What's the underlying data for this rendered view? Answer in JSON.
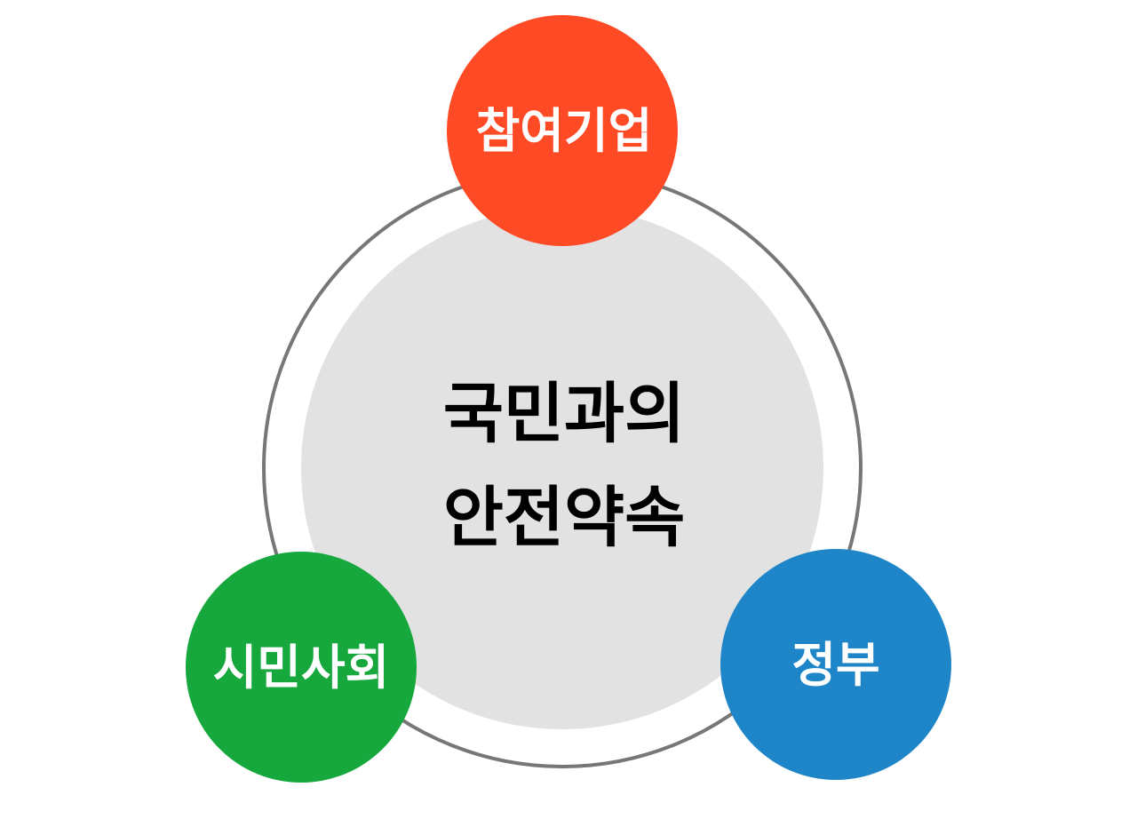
{
  "center": {
    "line1": "국민과의",
    "line2": "안전약속",
    "fill_color": "#e2e2e2",
    "ring_color": "#777777"
  },
  "nodes": [
    {
      "label": "참여기업",
      "color": "#ff4a26"
    },
    {
      "label": "시민사회",
      "color": "#16a83d"
    },
    {
      "label": "정부",
      "color": "#1e86c8"
    }
  ]
}
